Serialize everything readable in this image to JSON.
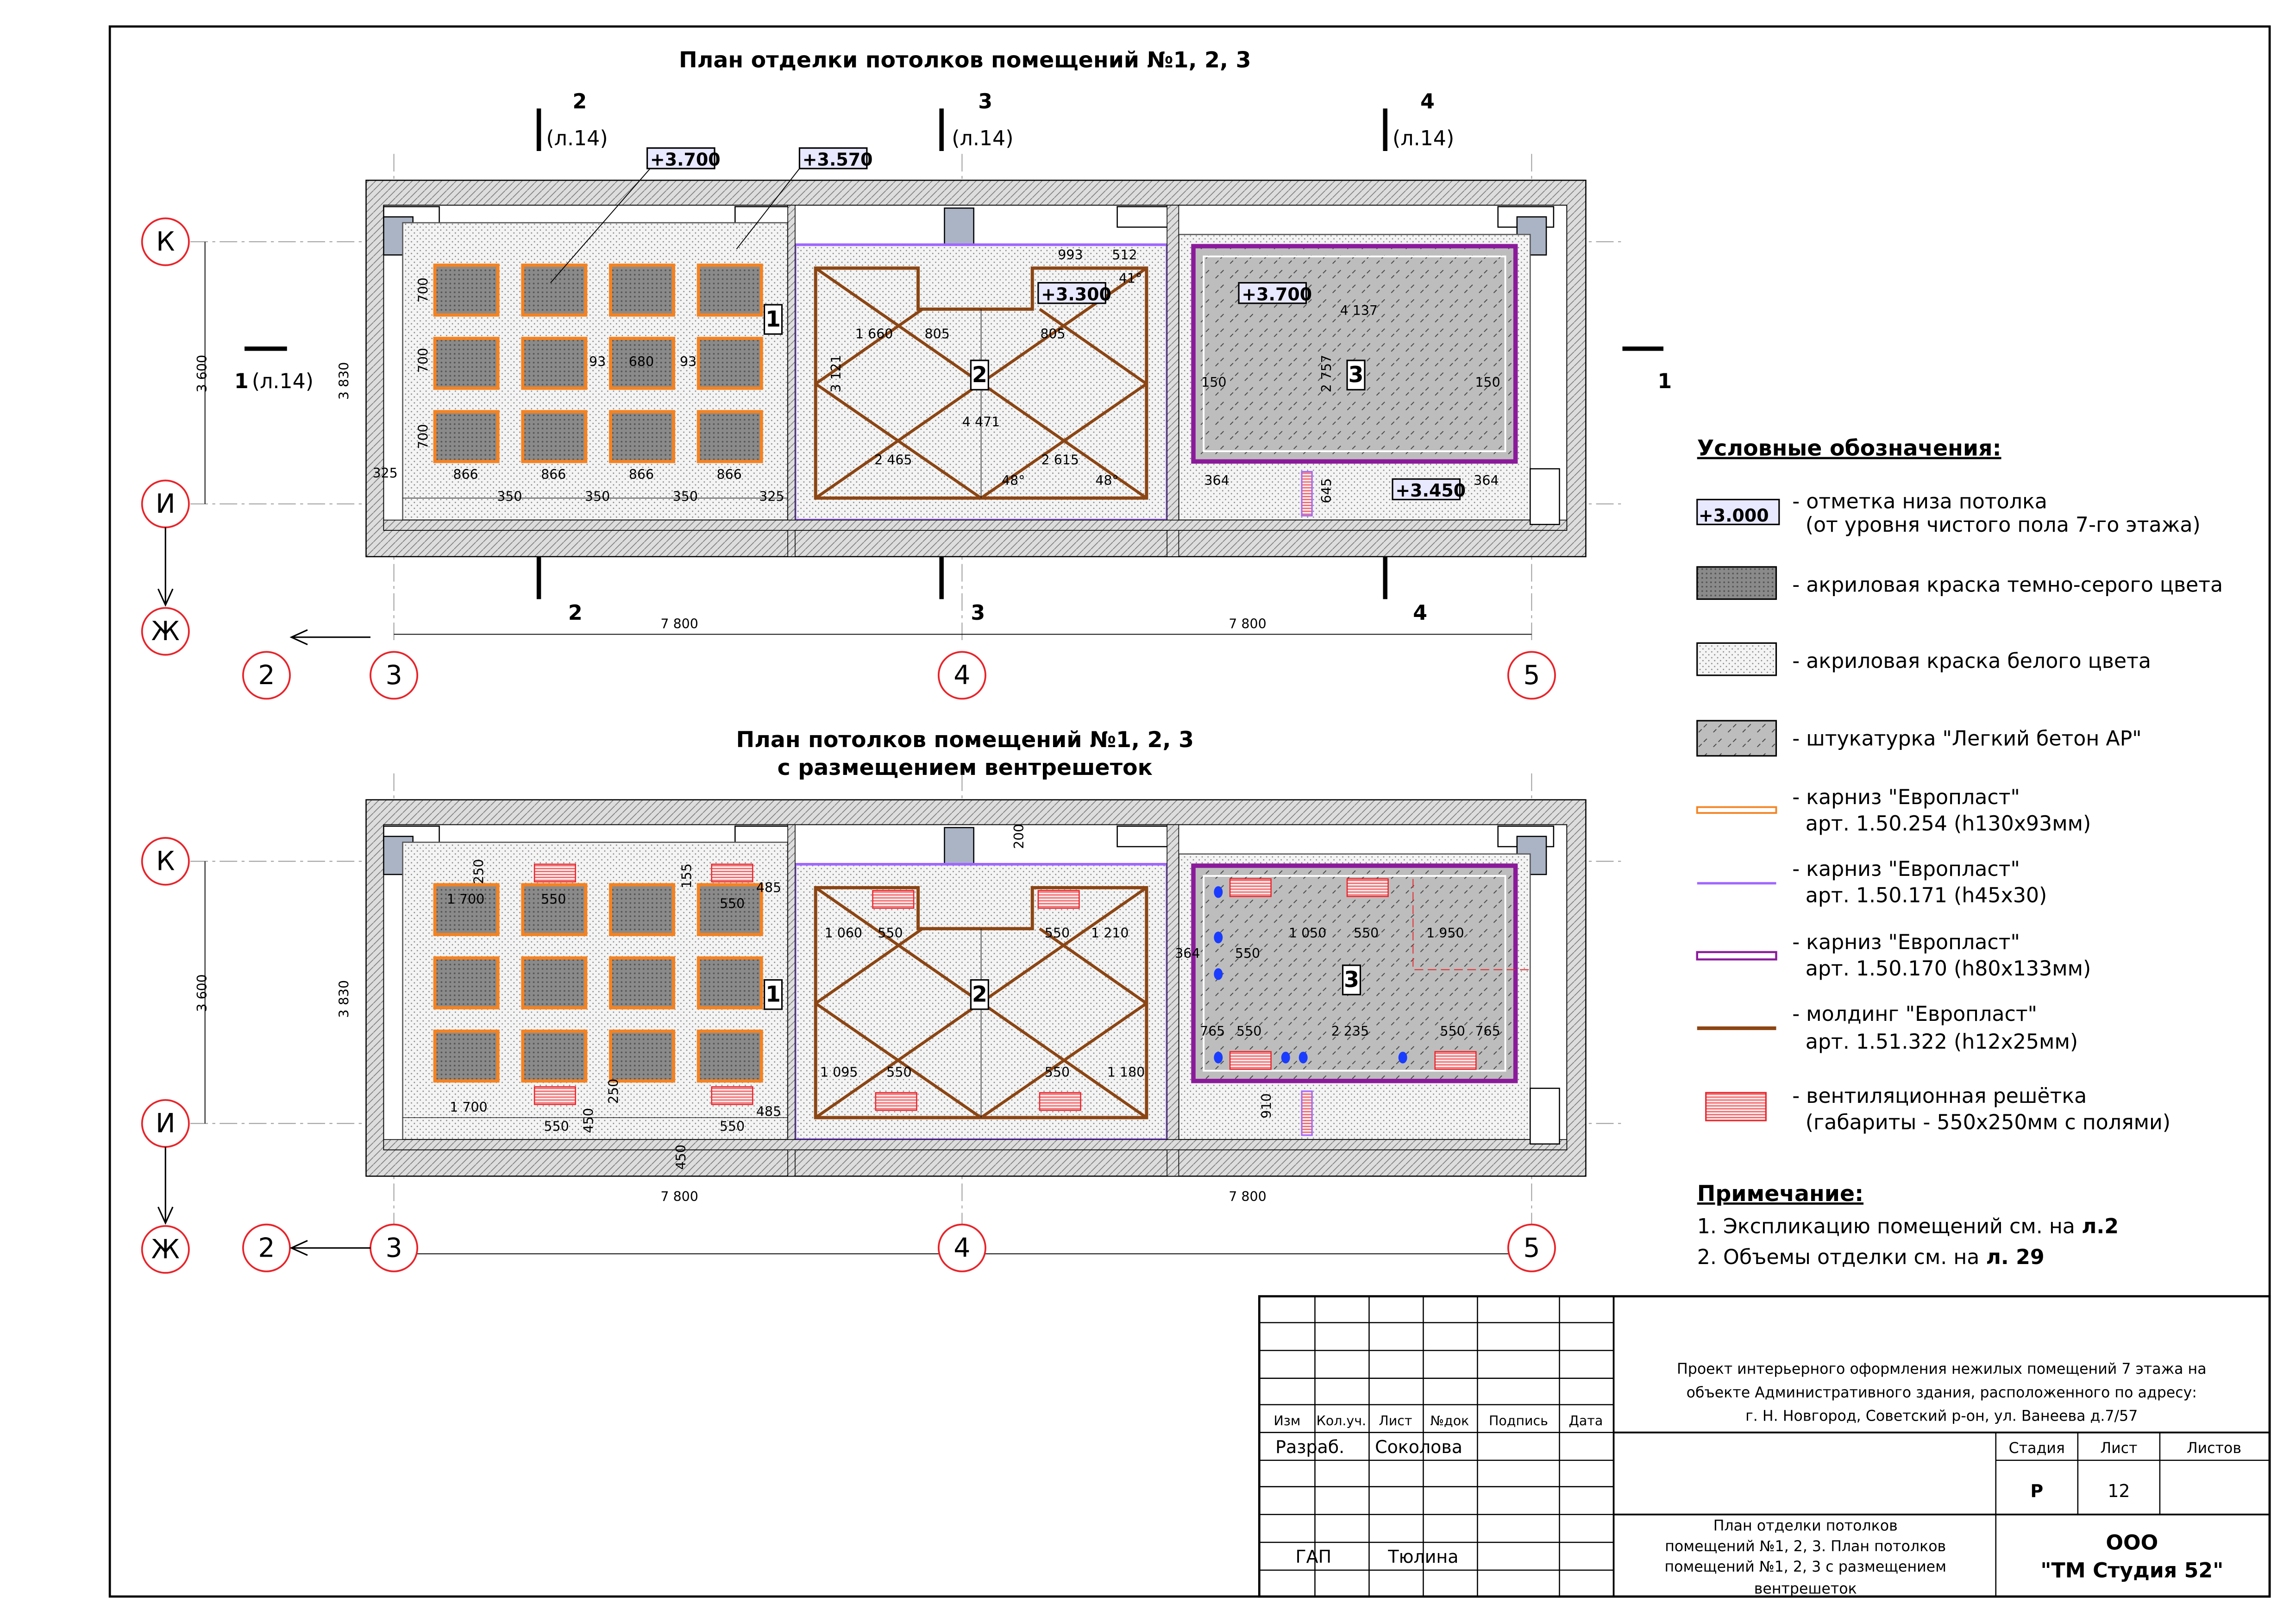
{
  "plans": {
    "top_title": "План отделки потолков помещений №1, 2, 3",
    "bottom_title_1": "План потолков помещений №1, 2, 3",
    "bottom_title_2": "с размещением вентрешеток"
  },
  "axes": {
    "K": "К",
    "I": "И",
    "Zh": "Ж",
    "c2": "2",
    "c3": "3",
    "c4": "4",
    "c5": "5"
  },
  "sections": {
    "s1": "1",
    "s2": "2",
    "s3": "3",
    "s4": "4",
    "ref": "(л.14)"
  },
  "elevations": [
    "+3.700",
    "+3.570",
    "+3.300",
    "+3.700",
    "+3.450"
  ],
  "rooms": [
    "1",
    "2",
    "3"
  ],
  "dims_top": [
    "3 600",
    "3 830",
    "866",
    "866",
    "866",
    "866",
    "350",
    "350",
    "350",
    "325",
    "325",
    "700",
    "700",
    "700",
    "7 800",
    "7 800",
    "4 471",
    "2 465",
    "2 615",
    "1 660",
    "805",
    "805",
    "993",
    "512",
    "3 121",
    "48°",
    "48°",
    "41°",
    "4 137",
    "2 757",
    "364",
    "364",
    "150",
    "150",
    "645",
    "680",
    "93",
    "93"
  ],
  "dims_bottom": [
    "3 600",
    "3 830",
    "1 700",
    "1 700",
    "550",
    "550",
    "550",
    "550",
    "550",
    "550",
    "550",
    "550",
    "550",
    "550",
    "550",
    "550",
    "485",
    "485",
    "1 060",
    "1 210",
    "1 095",
    "1 180",
    "1 050",
    "1 950",
    "2 235",
    "765",
    "765",
    "364",
    "910",
    "450",
    "450",
    "155",
    "250",
    "250",
    "200",
    "7 800",
    "7 800"
  ],
  "legend": {
    "heading": "Условные обозначения:",
    "elev_sample": "+3.000",
    "items": [
      {
        "line1": "- отметка низа потолка",
        "line2": "(от уровня чистого пола 7-го этажа)"
      },
      {
        "line1": "- акриловая краска темно-серого цвета"
      },
      {
        "line1": "- акриловая краска белого цвета"
      },
      {
        "line1": "- штукатурка \"Легкий бетон АР\""
      },
      {
        "line1": "- карниз \"Европласт\"",
        "line2": "арт. 1.50.254 (h130x93мм)"
      },
      {
        "line1": "- карниз \"Европласт\"",
        "line2": "арт. 1.50.171 (h45x30)"
      },
      {
        "line1": "- карниз \"Европласт\"",
        "line2": "арт. 1.50.170 (h80x133мм)"
      },
      {
        "line1": "- молдинг \"Европласт\"",
        "line2": "арт. 1.51.322 (h12x25мм)"
      },
      {
        "line1": "- вентиляционная решётка",
        "line2": "(габариты - 550x250мм с полями)"
      }
    ],
    "colors": {
      "orange": "#f58220",
      "light_purple": "#a066ff",
      "purple": "#8b1a9b",
      "brown": "#8b4513",
      "red": "#e8242a"
    }
  },
  "notes": {
    "heading": "Примечание:",
    "n1": "1. Экспликацию помещений см. на ",
    "n1_ref": "л.2",
    "n2": "2. Объемы отделки см. на ",
    "n2_ref": "л. 29"
  },
  "title_block": {
    "headers": [
      "Изм",
      "Кол.уч.",
      "Лист",
      "№док",
      "Подпись",
      "Дата"
    ],
    "project_1": "Проект интерьерного оформления нежилых помещений 7 этажа на",
    "project_2": "объекте Административного здания, расположенного по адресу:",
    "project_3": "г. Н. Новгород, Советский р-он, ул. Ванеева д.7/57",
    "role_dev": "Разраб.",
    "name_dev": "Соколова",
    "role_gap": "ГАП",
    "name_gap": "Тюлина",
    "stage_label": "Стадия",
    "sheet_label": "Лист",
    "sheets_label": "Листов",
    "stage": "Р",
    "sheet": "12",
    "drawing_1": "План отделки потолков",
    "drawing_2": "помещений №1, 2, 3. План потолков",
    "drawing_3": "помещений №1, 2, 3 с размещением",
    "drawing_4": "вентрешеток",
    "org_1": "ООО",
    "org_2": "\"ТМ Студия 52\""
  }
}
